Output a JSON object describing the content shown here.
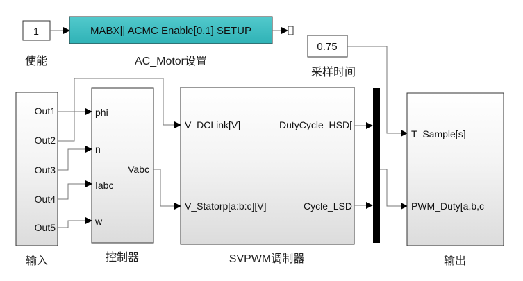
{
  "blocks": {
    "enable_const": {
      "value": "1",
      "caption": "使能"
    },
    "ac_motor": {
      "text": "MABX|| ACMC Enable[0,1] SETUP",
      "caption": "AC_Motor设置",
      "color": "#3fbfc3"
    },
    "sample_const": {
      "value": "0.75",
      "caption": "采样时间"
    },
    "input": {
      "ports": [
        "Out1",
        "Out2",
        "Out3",
        "Out4",
        "Out5"
      ],
      "caption": "输入"
    },
    "controller": {
      "inputs": [
        "phi",
        "n",
        "Iabc",
        "w"
      ],
      "output": "Vabc",
      "caption": "控制器"
    },
    "svpwm": {
      "inputs": [
        "V_DCLink[V]",
        "V_Statorp[a:b:c][V]"
      ],
      "outputs": [
        "DutyCycle_HSD[",
        "Cycle_LSD"
      ],
      "caption": "SVPWM调制器"
    },
    "output": {
      "inputs": [
        "T_Sample[s]",
        "PWM_Duty[a,b,c"
      ],
      "caption": "输出"
    }
  }
}
